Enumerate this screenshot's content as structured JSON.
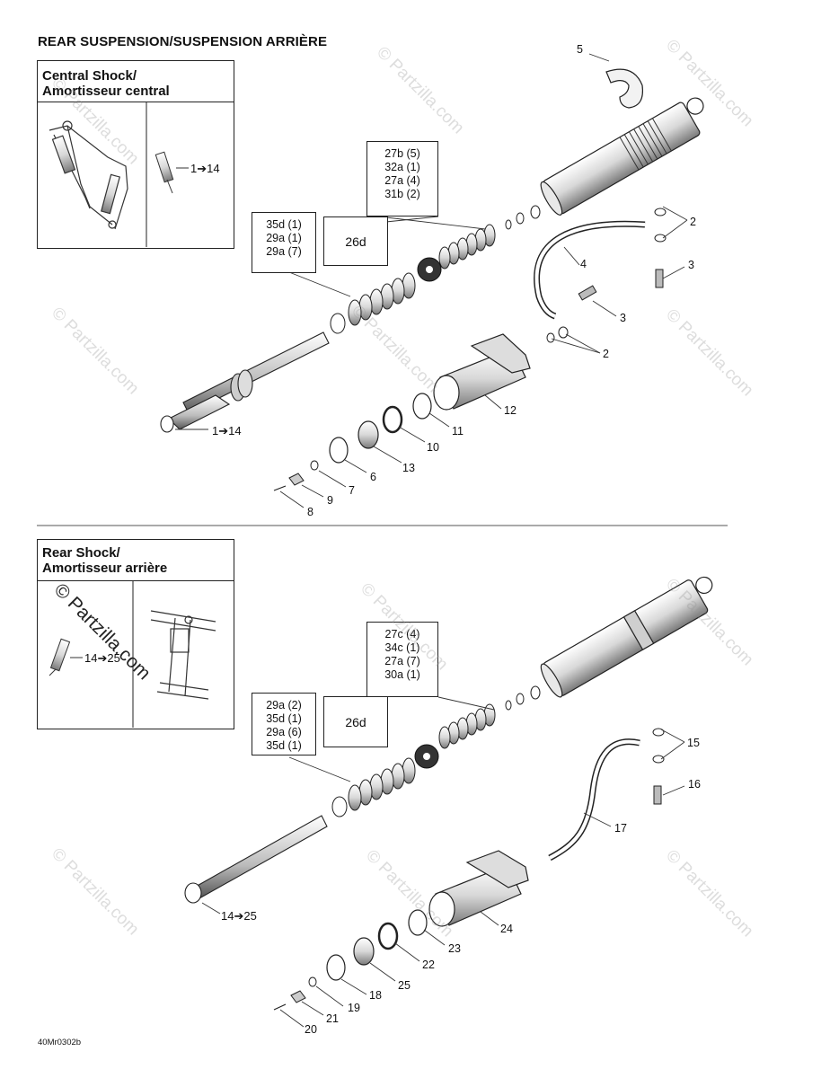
{
  "page": {
    "title": "REAR SUSPENSION/SUSPENSION ARRIÈRE",
    "figure_code": "40Mr0302b",
    "watermark_text": "© Partzilla.com"
  },
  "central_shock": {
    "inset_title_line1": "Central Shock/",
    "inset_title_line2": "Amortisseur central",
    "inset_ref": "1➔14",
    "kit_box": [
      "27b (5)",
      "32a (1)",
      "27a (4)",
      "31b (2)"
    ],
    "spring_box": [
      "35d (1)",
      "29a (1)",
      "29a (7)"
    ],
    "sub_box": "26d",
    "callouts": [
      "5",
      "2",
      "3",
      "4",
      "3",
      "2",
      "12",
      "11",
      "10",
      "13",
      "6",
      "7",
      "9",
      "8"
    ],
    "shaft_ref": "1➔14"
  },
  "rear_shock": {
    "inset_title_line1": "Rear Shock/",
    "inset_title_line2": "Amortisseur arrière",
    "inset_ref": "14➔25",
    "kit_box": [
      "27c (4)",
      "34c (1)",
      "27a (7)",
      "30a (1)"
    ],
    "spring_box": [
      "29a (2)",
      "35d (1)",
      "29a (6)",
      "35d (1)"
    ],
    "sub_box": "26d",
    "callouts": [
      "15",
      "16",
      "17",
      "24",
      "23",
      "22",
      "25",
      "18",
      "19",
      "21",
      "20"
    ],
    "shaft_ref": "14➔25"
  }
}
